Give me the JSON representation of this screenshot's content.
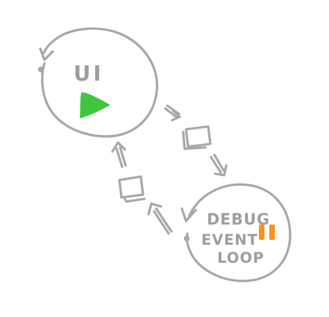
{
  "nodes": {
    "ui": {
      "label": "UI",
      "icon": "play-icon",
      "icon_color": "#3ec63e"
    },
    "debug": {
      "label_lines": [
        "DEBUG",
        "EVENT",
        "LOOP"
      ],
      "icon": "pause-icon",
      "icon_color": "#f7941d"
    }
  },
  "stroke_color": "#a8a8a8"
}
